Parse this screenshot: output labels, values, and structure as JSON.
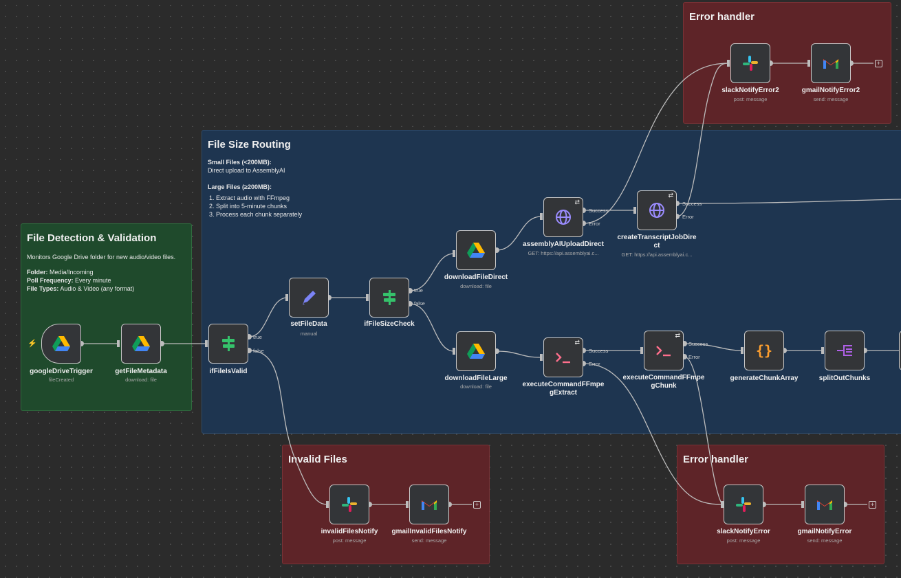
{
  "groups": {
    "error_top": {
      "title": "Error handler"
    },
    "file_size": {
      "title": "File Size Routing",
      "small_heading": "Small Files (<200MB):",
      "small_text": "Direct upload to AssemblyAI",
      "large_heading": "Large Files (≥200MB):",
      "large_steps": [
        "Extract audio with FFmpeg",
        "Split into 5-minute chunks",
        "Process each chunk separately"
      ]
    },
    "detection": {
      "title": "File Detection & Validation",
      "description": "Monitors Google Drive folder for new audio/video files.",
      "folder_label": "Folder:",
      "folder_value": "Media/Incoming",
      "poll_label": "Poll Frequency:",
      "poll_value": "Every minute",
      "types_label": "File Types:",
      "types_value": "Audio & Video (any format)"
    },
    "invalid": {
      "title": "Invalid Files"
    },
    "error_bottom": {
      "title": "Error handler"
    }
  },
  "nodes": {
    "googleDriveTrigger": {
      "name": "googleDriveTrigger",
      "sub": "fileCreated",
      "icon": "google-drive-icon"
    },
    "getFileMetadata": {
      "name": "getFileMetadata",
      "sub": "download: file",
      "icon": "google-drive-icon"
    },
    "ifFileIsValid": {
      "name": "ifFileIsValid",
      "icon": "if-icon"
    },
    "setFileData": {
      "name": "setFileData",
      "sub": "manual",
      "icon": "pencil-icon"
    },
    "ifFileSizeCheck": {
      "name": "ifFileSizeCheck",
      "icon": "if-icon"
    },
    "downloadFileDirect": {
      "name": "downloadFileDirect",
      "sub": "download: file",
      "icon": "google-drive-icon"
    },
    "downloadFileLarge": {
      "name": "downloadFileLarge",
      "sub": "download: file",
      "icon": "google-drive-icon"
    },
    "assemblyAIUploadDirect": {
      "name": "assemblyAIUploadDirect",
      "sub": "GET: https://api.assemblyai.c...",
      "icon": "globe-icon"
    },
    "createTranscriptJobDirect": {
      "name": "createTranscriptJobDire ct",
      "sub": "GET: https://api.assemblyai.c...",
      "icon": "globe-icon"
    },
    "executeCommandFFmpegExtract": {
      "name": "executeCommandFFmpe gExtract",
      "icon": "terminal-icon"
    },
    "executeCommandFFmpegChunk": {
      "name": "executeCommandFFmpe gChunk",
      "icon": "terminal-icon"
    },
    "generateChunkArray": {
      "name": "generateChunkArray",
      "icon": "code-icon"
    },
    "splitOutChunks": {
      "name": "splitOutChunks",
      "icon": "split-icon"
    },
    "slackNotifyError2": {
      "name": "slackNotifyError2",
      "sub": "post: message",
      "icon": "slack-icon"
    },
    "gmailNotifyError2": {
      "name": "gmailNotifyError2",
      "sub": "send: message",
      "icon": "gmail-icon"
    },
    "invalidFilesNotify": {
      "name": "invalidFilesNotify",
      "sub": "post: message",
      "icon": "slack-icon"
    },
    "gmailInvalidFilesNotify": {
      "name": "gmailInvalidFilesNotify",
      "sub": "send: message",
      "icon": "gmail-icon"
    },
    "slackNotifyError": {
      "name": "slackNotifyError",
      "sub": "post: message",
      "icon": "slack-icon"
    },
    "gmailNotifyError": {
      "name": "gmailNotifyError",
      "sub": "send: message",
      "icon": "gmail-icon"
    }
  },
  "ports": {
    "true": "true",
    "false": "false",
    "success": "Success",
    "error": "Error"
  },
  "plus": "+",
  "colors": {
    "error_group": "#5e2428",
    "routing_group": "#1e3550",
    "detection_group": "#1f4a2c",
    "wire": "#bdbdbd"
  }
}
